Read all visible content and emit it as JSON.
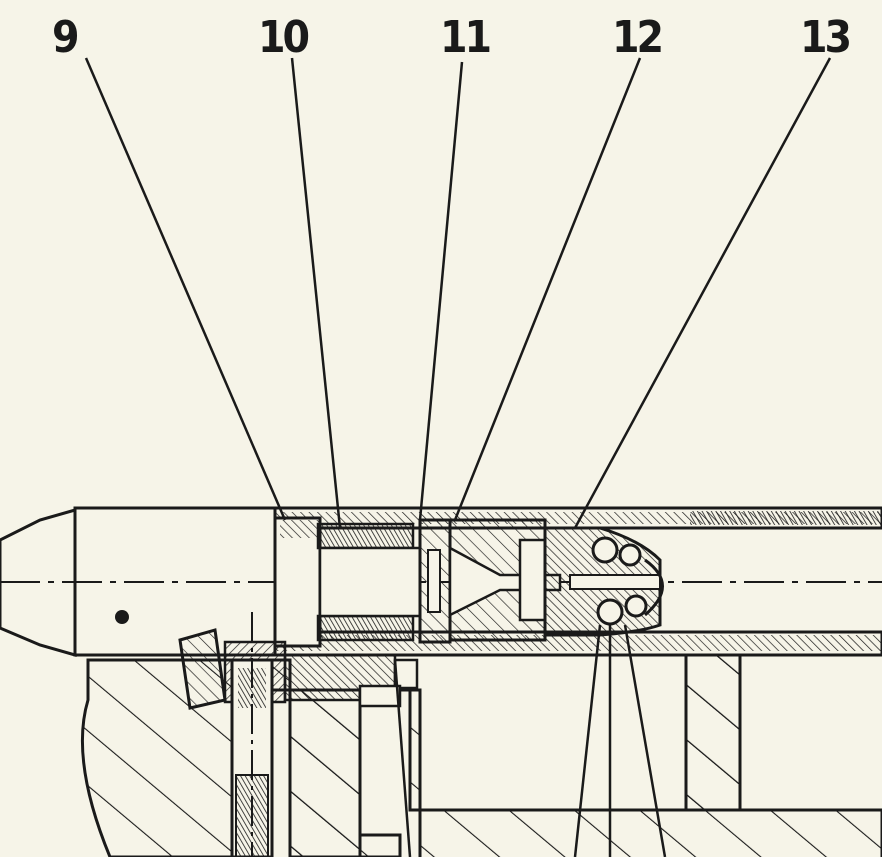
{
  "callouts": [
    {
      "id": "9",
      "label": "9"
    },
    {
      "id": "10",
      "label": "10"
    },
    {
      "id": "11",
      "label": "11"
    },
    {
      "id": "12",
      "label": "12"
    },
    {
      "id": "13",
      "label": "13"
    }
  ],
  "colors": {
    "paper": "#f6f4e8",
    "ink": "#1a1a1a"
  }
}
